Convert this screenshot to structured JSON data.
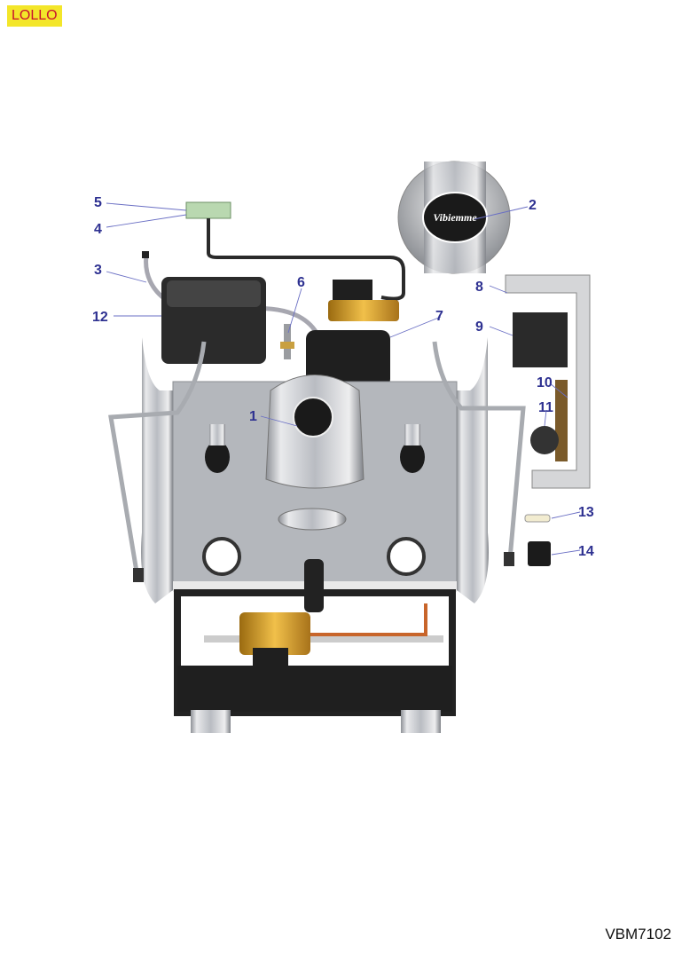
{
  "header": {
    "tag": "LOLLO"
  },
  "footer": {
    "model_code": "VBM7102"
  },
  "diagram": {
    "brand_text": "Vibiemme",
    "callouts": [
      {
        "id": "1",
        "label": "1"
      },
      {
        "id": "2",
        "label": "2"
      },
      {
        "id": "3",
        "label": "3"
      },
      {
        "id": "4",
        "label": "4"
      },
      {
        "id": "5",
        "label": "5"
      },
      {
        "id": "6",
        "label": "6"
      },
      {
        "id": "7",
        "label": "7"
      },
      {
        "id": "8",
        "label": "8"
      },
      {
        "id": "9",
        "label": "9"
      },
      {
        "id": "10",
        "label": "10"
      },
      {
        "id": "11",
        "label": "11"
      },
      {
        "id": "12",
        "label": "12"
      },
      {
        "id": "13",
        "label": "13"
      },
      {
        "id": "14",
        "label": "14"
      }
    ],
    "colors": {
      "callout": "#2e3191",
      "steel": "#b9bcc2",
      "brass": "#d9a22a",
      "copper": "#c8652a",
      "black": "#222222"
    }
  }
}
